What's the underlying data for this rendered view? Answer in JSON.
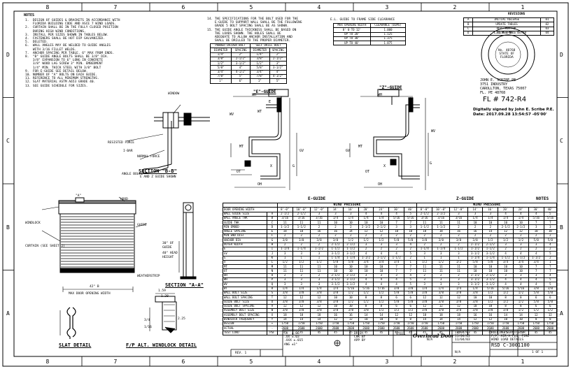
{
  "border": {
    "columns_top": [
      "8",
      "7",
      "6",
      "5",
      "4",
      "3",
      "2",
      "1"
    ],
    "rows_side": [
      "D",
      "C",
      "B",
      "A"
    ]
  },
  "notes": {
    "heading": "NOTES",
    "lines": [
      "1.  DESIGN OF GUIDES & BRACKETS IN ACCORDANCE WITH",
      "    FLORIDA BUILDING CODE AND ASCE 7 WIND LOADS.",
      "2.  CURTAIN SHALL BE IN THE FULLY CLOSED POSITION",
      "    DURING HIGH WIND CONDITIONS.",
      "3.  INSTALL PER SIZES SHOWN IN TABLES BELOW.",
      "4.  FASTENERS SHALL BE HOT DIP GALVANIZED.",
      "5.  DELETED.",
      "6.  WALL ANGLES MAY BE WELDED TO GUIDE ANGLES",
      "    WITH 3/16 FILLET WELDS.",
      "7.  ANCHOR SPACING PER TABLE. 6\" MAX FROM ENDS.",
      "8.  \"B\" GUIDE ANGLE BOLTS SHALL BE 3/8\" DIA.",
      "    3/8\" EXPANSION TO 6\" LONG IN CONCRETE",
      "    3/8\" WOOD LAG SCREW 3\" MIN. EMBEDMENT",
      "    1/4\" MIN. THICK STEEL WITH 3/8\" BOLT",
      "9.  FOR E-GUIDE SEE DETAIL BELOW.",
      "10. NUMBER OF \"A\" BOLTS ON EACH GUIDE.",
      "11. REFERENCE TO ALL MINIMUM STRENGTHS.",
      "12. SLAT MATERIAL ASTM A653 GRADE 40.",
      "13. SEE GUIDE SCHEDULE FOR SIZES."
    ],
    "lines_b": [
      "14. THE SPECIFICATIONS FOR THE BOLT USED FOR THE",
      "    E-GUIDE TO SUPPORT WALL SHALL BE THE FOLLOWING",
      "    GRADE 5 BOLT SPACING SHALL BE AS SHOWN.",
      "15. THE GUIDE ANGLE THICKNESS SHALL BE BASED ON",
      "    THE LOADS SHOWN. THE HOLES SHALL BE",
      "    ADEQUATE TO ALLOW ANCHOR INSTALLATION AND",
      "    SHALL BE DRILLED TO THE PROPER DIAMETER."
    ]
  },
  "bolt_table": {
    "h1": "POWDER DRIVEN BOLT",
    "h2": "SELF DRILL BOLT",
    "cols": [
      "DIAMETER",
      "SPACING",
      "DIAMETER",
      "SPACING"
    ],
    "rows": [
      [
        "1/4\"",
        "2\"",
        "1/4\"",
        "2\""
      ],
      [
        "3/8\"",
        "2-1/2\"",
        "3/8\"",
        "2-1/2\""
      ],
      [
        "1/2\"",
        "3-1/2\"",
        "1/2\"",
        "3\""
      ],
      [
        "5/8\"",
        "4\"",
        "5/8\"",
        "3-1/2\""
      ],
      [
        "3/4\"",
        "4-1/2\"",
        "3/4\"",
        "4\""
      ],
      [
        "7/8\"",
        "5\"",
        "7/8\"",
        "4-1/2\""
      ],
      [
        "1\"",
        "6\"",
        "1\"",
        "5\""
      ]
    ]
  },
  "clearance_table": {
    "title": "E.L. GUIDE TO FRAME SIDE CLEARANCE",
    "cols": [
      "MAX OPENING WIDTH",
      "CLEARANCE (DIMS)"
    ],
    "rows": [
      [
        "8' 0 TO 12'",
        "1.000"
      ],
      [
        "UP TO 20'",
        "1.125"
      ],
      [
        "UP TO 30'",
        "1.375"
      ],
      [
        "UP TO 40'",
        "1.875"
      ]
    ]
  },
  "revision_table": {
    "title": "REVISIONS",
    "rows": [
      [
        "A",
        "INITIAL RELEASE",
        "01"
      ],
      [
        "B",
        "UPDATE TABLES",
        "02"
      ],
      [
        "C",
        "REV. PER FBC",
        "03"
      ],
      [
        "D",
        "FL # UPDATE",
        "04"
      ]
    ]
  },
  "seal": {
    "ring": "LICENSE No. 48768",
    "inner": [
      "No. 48768",
      "STATE OF",
      "FLORIDA"
    ],
    "engineer": [
      "JOHN E. SCRIBE PE",
      "3751 INDUSTRY",
      "CAROLLTON, TEXAS 75007",
      "FL. PE 48768"
    ]
  },
  "fl_number": "FL # 742-R4",
  "digital_signature": [
    "Digitally signed by John E. Scribe P.E.",
    "Date: 2017.09.28 13:54:57 -05'00'"
  ],
  "views": {
    "e_guide": "\"E\"-GUIDE",
    "z_guide": "\"Z\"-GUIDE",
    "section_bb": "SECTION \"B-B\"",
    "section_bb_sub": "E AND Z GUIDE SHOWN",
    "section_aa": "SECTION \"A-A\"",
    "slat_detail": "SLAT DETAIL",
    "windlock_detail": "F/P ALT. WINDLOCK DETAIL"
  },
  "dim_labels": {
    "e": [
      "WH",
      "E",
      "WT",
      "WV",
      "MT",
      "GV",
      "G",
      "OT",
      "OH",
      "X"
    ],
    "z": [
      "WH",
      "WH",
      "WV",
      "MT",
      "GV",
      "G",
      "OT",
      "OH",
      "X"
    ]
  },
  "callouts": {
    "section_b": [
      "WINDOW",
      "RESISTED FORCE",
      "NORMAL FORCE",
      "I-BAR",
      "ANGLE BOLTS"
    ],
    "elevation": [
      "HOOD",
      "CURTAIN (SEE SHEET 2)",
      "WINDLOCK",
      "GUIDE",
      "WEATHERSTRIP",
      "\"A\""
    ],
    "elevation_dims": [
      "42\" B",
      "MAX DOOR OPENING WIDTH"
    ],
    "section_a": [
      "30\" OF",
      "GUIDE",
      "40\" HEAD",
      "HEIGHT"
    ],
    "windlock": [
      "1.59",
      "1.28",
      "2.25",
      "3/4",
      "1/16"
    ]
  },
  "wind_table": {
    "e_title": "E-GUIDE",
    "z_title": "Z-GUIDE",
    "notes_title": "NOTES",
    "e_wp": "WIND PRESSURE",
    "z_wp": "WIND PRESSURE",
    "head_left": "DOOR OPENING WIDTH",
    "widths": [
      "8'-0\"",
      "10'-0\"",
      "12'-0\"",
      "14'",
      "16'",
      "20'",
      "24'",
      "30'",
      "40'"
    ],
    "rows": [
      [
        "WALL GUIDE SIZE",
        "A",
        "2-1/2",
        "2-1/2",
        "3",
        "3",
        "3",
        "4",
        "4",
        "4",
        "5",
        "2-1/2",
        "2-1/2",
        "3",
        "3",
        "3",
        "4",
        "4",
        "4",
        "5"
      ],
      [
        "WALL ANGLE THK",
        "B",
        "3/16",
        "3/16",
        "3/16",
        "1/4",
        "1/4",
        "1/4",
        "1/4",
        "5/16",
        "5/16",
        "3/16",
        "3/16",
        "3/16",
        "1/4",
        "1/4",
        "1/4",
        "1/4",
        "5/16",
        "5/16"
      ],
      [
        "GUIDE THK",
        "C",
        "11",
        "11",
        "11",
        "10",
        "10",
        "10",
        "10",
        "7",
        "7",
        "11",
        "11",
        "11",
        "10",
        "10",
        "10",
        "10",
        "7",
        "7"
      ],
      [
        "MIN EMBED",
        "D",
        "1-1/2",
        "1-1/2",
        "2",
        "2",
        "2",
        "2-1/2",
        "2-1/2",
        "3",
        "3",
        "1-1/2",
        "1-1/2",
        "2",
        "2",
        "2",
        "2-1/2",
        "2-1/2",
        "3",
        "3"
      ],
      [
        "ANGLE SPACING",
        "E",
        "18",
        "18",
        "16",
        "16",
        "14",
        "12",
        "12",
        "10",
        "10",
        "18",
        "18",
        "16",
        "16",
        "14",
        "12",
        "12",
        "10",
        "10"
      ],
      [
        "MIN END DIST",
        "F",
        "2",
        "2",
        "2",
        "2",
        "2",
        "2",
        "2",
        "2",
        "2",
        "2",
        "2",
        "2",
        "2",
        "2",
        "2",
        "2",
        "2",
        "2"
      ],
      [
        "ANCHOR DIA",
        "G",
        "3/8",
        "3/8",
        "3/8",
        "3/8",
        "1/2",
        "1/2",
        "1/2",
        "5/8",
        "5/8",
        "3/8",
        "3/8",
        "3/8",
        "3/8",
        "1/2",
        "1/2",
        "1/2",
        "5/8",
        "5/8"
      ],
      [
        "OUTER WIDTH",
        "H",
        "2",
        "2",
        "2",
        "2-1/2",
        "2-1/2",
        "3",
        "3",
        "3",
        "4",
        "2",
        "2",
        "2",
        "2-1/2",
        "2-1/2",
        "3",
        "3",
        "3",
        "4"
      ],
      [
        "E",
        "I",
        "1-1/4",
        "1-1/4",
        "1-1/2",
        "1-1/2",
        "1-1/2",
        "2",
        "2",
        "2",
        "2",
        "1-1/4",
        "1-1/4",
        "1-1/2",
        "1-1/2",
        "1-1/2",
        "2",
        "2",
        "2",
        "2"
      ],
      [
        "GV",
        "J",
        "3",
        "3",
        "3",
        "3-1/2",
        "3-1/2",
        "4",
        "4",
        "4",
        "5",
        "3",
        "3",
        "3",
        "3-1/2",
        "3-1/2",
        "4",
        "4",
        "4",
        "5"
      ],
      [
        "G",
        "K",
        "1",
        "1",
        "1",
        "1-1/4",
        "1-1/4",
        "1-1/2",
        "1-1/2",
        "1-1/2",
        "2",
        "1",
        "1",
        "1",
        "1-1/4",
        "1-1/4",
        "1-1/2",
        "1-1/2",
        "1-1/2",
        "2"
      ],
      [
        "X",
        "L",
        "1/2",
        "1/2",
        "1/2",
        "5/8",
        "5/8",
        "3/4",
        "3/4",
        "3/4",
        "1",
        "1/2",
        "1/2",
        "1/2",
        "5/8",
        "5/8",
        "3/4",
        "3/4",
        "3/4",
        "1"
      ],
      [
        "MT",
        "M",
        "11",
        "11",
        "11",
        "10",
        "10",
        "10",
        "10",
        "7",
        "7",
        "11",
        "11",
        "11",
        "10",
        "10",
        "10",
        "10",
        "7",
        "7"
      ],
      [
        "OT",
        "N",
        "11",
        "11",
        "11",
        "10",
        "10",
        "10",
        "10",
        "7",
        "7",
        "11",
        "11",
        "11",
        "10",
        "10",
        "10",
        "10",
        "7",
        "7"
      ],
      [
        "OH",
        "O",
        "2",
        "2",
        "2",
        "2-1/2",
        "2-1/2",
        "3",
        "3",
        "3",
        "4",
        "2",
        "2",
        "2",
        "2-1/2",
        "2-1/2",
        "3",
        "3",
        "3",
        "4"
      ],
      [
        "WH",
        "P",
        "3",
        "3",
        "3",
        "3-1/2",
        "3-1/2",
        "4",
        "4",
        "4",
        "5",
        "3",
        "3",
        "3",
        "3-1/2",
        "3-1/2",
        "4",
        "4",
        "4",
        "5"
      ],
      [
        "WV",
        "Q",
        "3",
        "3",
        "3",
        "3-1/2",
        "3-1/2",
        "4",
        "4",
        "4",
        "5",
        "3",
        "3",
        "3",
        "3-1/2",
        "3-1/2",
        "4",
        "4",
        "4",
        "5"
      ],
      [
        "WT",
        "R",
        "1/4",
        "1/4",
        "1/4",
        "1/4",
        "5/16",
        "5/16",
        "5/16",
        "3/8",
        "3/8",
        "1/4",
        "1/4",
        "1/4",
        "1/4",
        "5/16",
        "5/16",
        "5/16",
        "3/8",
        "3/8"
      ],
      [
        "WALL BOLT SIZE",
        "S",
        "3/8",
        "3/8",
        "3/8",
        "3/8",
        "1/2",
        "1/2",
        "1/2",
        "5/8",
        "5/8",
        "3/8",
        "3/8",
        "3/8",
        "3/8",
        "1/2",
        "1/2",
        "1/2",
        "5/8",
        "5/8"
      ],
      [
        "WALL BOLT SPACING",
        "T",
        "12",
        "12",
        "12",
        "10",
        "10",
        "8",
        "8",
        "6",
        "6",
        "12",
        "12",
        "12",
        "10",
        "10",
        "8",
        "8",
        "6",
        "6"
      ],
      [
        "GUIDE BOLT SIZE",
        "U",
        "3/8",
        "3/8",
        "3/8",
        "3/8",
        "1/2",
        "1/2",
        "1/2",
        "5/8",
        "5/8",
        "3/8",
        "3/8",
        "3/8",
        "3/8",
        "1/2",
        "1/2",
        "1/2",
        "5/8",
        "5/8"
      ],
      [
        "GUIDE BOLT SPACING",
        "V",
        "12",
        "12",
        "12",
        "10",
        "10",
        "8",
        "8",
        "6",
        "6",
        "12",
        "12",
        "12",
        "10",
        "10",
        "8",
        "8",
        "6",
        "6"
      ],
      [
        "ASSEMBLY BOLT SIZE",
        "W",
        "3/8",
        "3/8",
        "3/8",
        "3/8",
        "3/8",
        "3/8",
        "1/2",
        "1/2",
        "1/2",
        "3/8",
        "3/8",
        "3/8",
        "3/8",
        "3/8",
        "3/8",
        "1/2",
        "1/2",
        "1/2"
      ],
      [
        "ASSEMBLY BOLT SPACING",
        "X",
        "18",
        "18",
        "18",
        "16",
        "16",
        "14",
        "14",
        "12",
        "12",
        "18",
        "18",
        "18",
        "16",
        "16",
        "14",
        "14",
        "12",
        "12"
      ],
      [
        "WINDLOCK FREQUENCY",
        "Y",
        "14",
        "14",
        "14",
        "12",
        "12",
        "10",
        "10",
        "8",
        "8",
        "14",
        "14",
        "14",
        "12",
        "12",
        "10",
        "10",
        "8",
        "8"
      ],
      [
        "DESIGN",
        "+",
        "1750",
        "1750",
        "1750",
        "1750",
        "1750",
        "1750",
        "1750",
        "1750",
        "1750",
        "1750",
        "1750",
        "1750",
        "1750",
        "1750",
        "1750",
        "1750",
        "1750",
        "1750"
      ],
      [
        "ACTUAL",
        "-",
        "2600",
        "2600",
        "2600",
        "2600",
        "2600",
        "2600",
        "2600",
        "2600",
        "2600",
        "2600",
        "2600",
        "2600",
        "2600",
        "2600",
        "2600",
        "2600",
        "2600",
        "2600"
      ],
      [
        "TEST LOAD",
        "PSF",
        "45",
        "45",
        "45",
        "45",
        "45",
        "45",
        "45",
        "45",
        "45",
        "45",
        "45",
        "45",
        "45",
        "45",
        "45",
        "45",
        "45",
        "45"
      ]
    ]
  },
  "title_block": {
    "company": "Overhead Door",
    "title": [
      "ROLLING SERVICE DR.",
      "F/P, AIR-A-FLO, FIRE",
      "WIND LOAD DETAILS"
    ],
    "drawing_no": "RSD C-3001100",
    "scale": "N/A",
    "sheet": "1 OF 1",
    "dates": [
      "11/04/03",
      "11/04/03",
      "11/04/03"
    ],
    "names": [
      "DR BY",
      "CHK BY",
      "APP BY"
    ],
    "tolerance": [
      ".X  ±.06",
      ".XX ±.03",
      ".XXX ±.015",
      "ANG ±1°"
    ],
    "material": "STEEL",
    "finish": "N/A",
    "rev_tag": "REV. 1"
  }
}
